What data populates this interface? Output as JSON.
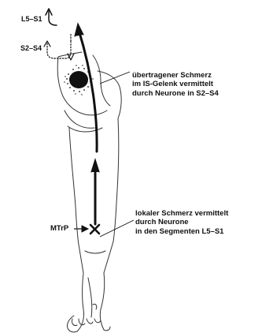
{
  "diagram": {
    "segment_upper": "L5–S1",
    "segment_lower": "S2–S4",
    "referred_pain": {
      "lines": [
        "übertragener Schmerz",
        "im IS-Gelenk vermittelt",
        "durch Neurone in S2–S4"
      ]
    },
    "local_pain": {
      "lines": [
        "lokaler Schmerz vermittelt",
        "durch Neurone",
        "in den Segmenten L5–S1"
      ]
    },
    "trigger_point_label": "MTrP",
    "colors": {
      "ink": "#111111",
      "background": "#ffffff"
    },
    "icons": [
      "trigger-point-cross-icon",
      "pain-area-stipple-icon",
      "arrow-up-icon"
    ]
  }
}
